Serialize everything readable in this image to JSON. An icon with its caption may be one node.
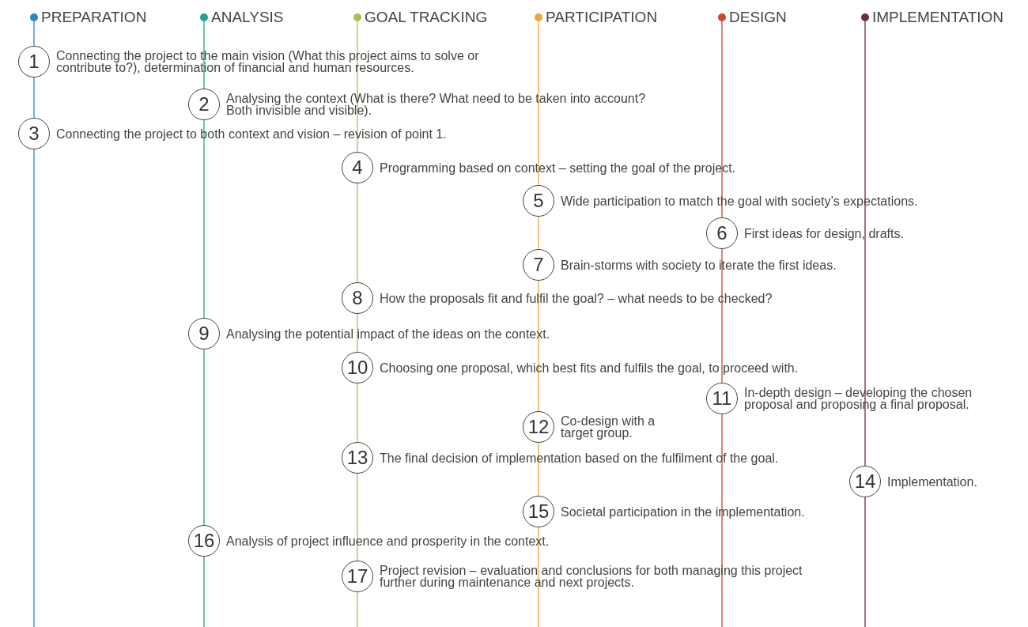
{
  "diagram": {
    "nodes": [
      {
        "text": [
          "PREPARATION"
        ]
      },
      {
        "text": [
          "ANALYSIS"
        ]
      },
      {
        "text": [
          "GOAL TRACKING"
        ]
      },
      {
        "text": [
          "PARTICIPATION"
        ]
      },
      {
        "text": [
          "DESIGN"
        ]
      },
      {
        "text": [
          "IMPLEMENTATION"
        ]
      },
      {
        "text": [
          "1"
        ],
        "beside": [
          "Connecting the project to the main vision (What this project aims to solve or contribute to?), determination of financial and human resources."
        ]
      },
      {
        "text": [
          "2"
        ],
        "beside": [
          "Analysing the context (What is there? What need to be taken into account? Both invisible and visible)."
        ]
      },
      {
        "text": [
          "3"
        ],
        "beside": [
          "Connecting the project to both context and vision – revision of point 1."
        ]
      },
      {
        "text": [
          "4"
        ],
        "beside": [
          "Programming based on context – setting the goal of the project."
        ]
      },
      {
        "text": [
          "5"
        ],
        "beside": [
          "Wide participation to match the goal with society’s expectations."
        ]
      },
      {
        "text": [
          "6"
        ],
        "beside": [
          "First ideas for design, drafts."
        ]
      },
      {
        "text": [
          "7"
        ],
        "beside": [
          "Brain-storms with society to iterate the first ideas."
        ]
      },
      {
        "text": [
          "8"
        ],
        "beside": [
          "How the proposals fit and fulfil the goal? – what needs to be checked?"
        ]
      },
      {
        "text": [
          "9"
        ],
        "beside": [
          "Analysing the potential impact of the ideas on the context."
        ]
      },
      {
        "text": [
          "10"
        ],
        "beside": [
          "Choosing one proposal, which best fits and fulfils the goal, to proceed with."
        ]
      },
      {
        "text": [
          "11"
        ],
        "beside": [
          "In-depth design – developing the chosen proposal and proposing a final proposal."
        ]
      },
      {
        "text": [
          "12"
        ],
        "beside": [
          "Co-design with a target group."
        ]
      },
      {
        "text": [
          "13"
        ],
        "beside": [
          "The final decision of implementation based on the fulfilment of the goal."
        ]
      },
      {
        "text": [
          "14"
        ],
        "beside": [
          "Implementation."
        ]
      },
      {
        "text": [
          "15"
        ],
        "beside": [
          "Societal participation in the implementation."
        ]
      },
      {
        "text": [
          "16"
        ],
        "beside": [
          "Analysis of project influence and prosperity in the context."
        ]
      },
      {
        "text": [
          "17"
        ],
        "beside": [
          "Project revision – evaluation and conclusions for both managing this project further during maintenance and next projects."
        ]
      }
    ],
    "edges": [
      {
        "from": 0,
        "to": 6,
        "arrow": "none",
        "color": "#2f84c8"
      },
      {
        "from": 6,
        "to": 8,
        "arrow": "none",
        "color": "#2f84c8"
      },
      {
        "from": 8,
        "to": null,
        "arrow": "none",
        "color": "#2f84c8"
      },
      {
        "from": 1,
        "to": 7,
        "arrow": "none",
        "color": "#1fa590"
      },
      {
        "from": 7,
        "to": 14,
        "arrow": "none",
        "color": "#1fa590"
      },
      {
        "from": 14,
        "to": 21,
        "arrow": "none",
        "color": "#1fa590"
      },
      {
        "from": 21,
        "to": null,
        "arrow": "none",
        "color": "#1fa590"
      },
      {
        "from": 2,
        "to": 9,
        "arrow": "none",
        "color": "#a6c24e"
      },
      {
        "from": 9,
        "to": 13,
        "arrow": "none",
        "color": "#a6c24e"
      },
      {
        "from": 13,
        "to": 15,
        "arrow": "none",
        "color": "#a6c24e"
      },
      {
        "from": 15,
        "to": 18,
        "arrow": "none",
        "color": "#a6c24e"
      },
      {
        "from": 18,
        "to": 22,
        "arrow": "none",
        "color": "#a6c24e"
      },
      {
        "from": 22,
        "to": null,
        "arrow": "none",
        "color": "#a6c24e"
      },
      {
        "from": 3,
        "to": 10,
        "arrow": "none",
        "color": "#e8a83c"
      },
      {
        "from": 10,
        "to": 12,
        "arrow": "none",
        "color": "#e8a83c"
      },
      {
        "from": 12,
        "to": 17,
        "arrow": "none",
        "color": "#e8a83c"
      },
      {
        "from": 17,
        "to": 20,
        "arrow": "none",
        "color": "#e8a83c"
      },
      {
        "from": 20,
        "to": null,
        "arrow": "none",
        "color": "#e8a83c"
      },
      {
        "from": 4,
        "to": 11,
        "arrow": "none",
        "color": "#cf4330"
      },
      {
        "from": 11,
        "to": 16,
        "arrow": "none",
        "color": "#cf4330"
      },
      {
        "from": 16,
        "to": null,
        "arrow": "none",
        "color": "#cf4330"
      },
      {
        "from": 5,
        "to": 19,
        "arrow": "none",
        "color": "#6e2c47"
      },
      {
        "from": 19,
        "to": null,
        "arrow": "none",
        "color": "#6e2c47"
      }
    ]
  }
}
